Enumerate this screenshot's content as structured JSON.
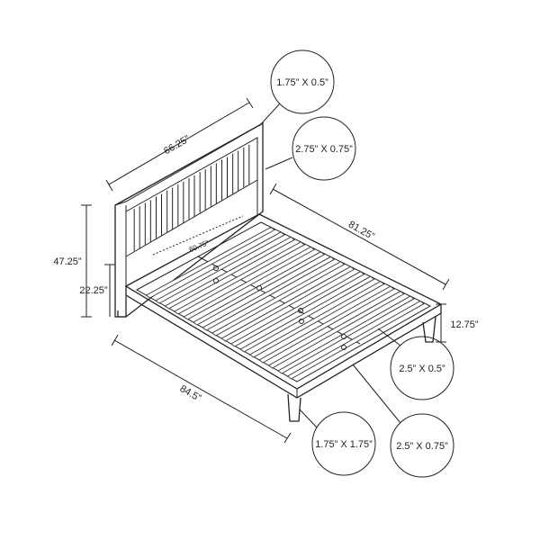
{
  "dimensions": {
    "headboard_width": "66.25”",
    "frame_length": "81.25”",
    "inner_width": "60.75”",
    "headboard_height": "47.25”",
    "frame_height": "22.25”",
    "rail_height": "12.75”",
    "frame_width": "84.5”"
  },
  "callouts": {
    "headboard_post": "1.75” X 0.5”",
    "headboard_slat": "2.75” X 0.75”",
    "slat": "2.5” X 0.5”",
    "leg": "1.75” X 1.75”",
    "rail": "2.5” X 0.75”"
  },
  "colors": {
    "line": "#222222",
    "background": "#ffffff"
  }
}
